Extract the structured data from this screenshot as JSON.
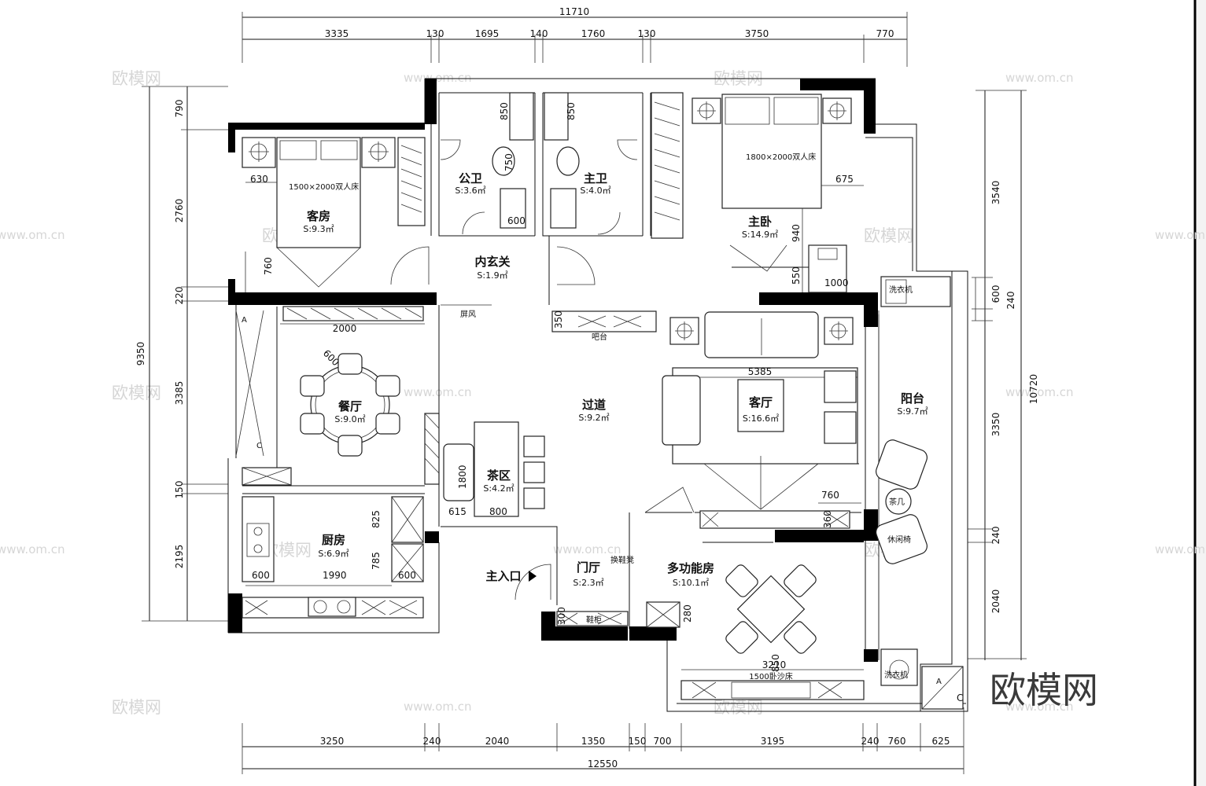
{
  "dimensions": {
    "top_total": "11710",
    "top_parts": [
      "3335",
      "130",
      "1695",
      "140",
      "1760",
      "130",
      "3750",
      "770"
    ],
    "bottom_total": "12550",
    "bottom_parts": [
      "3250",
      "240",
      "2040",
      "1350",
      "150",
      "700",
      "3195",
      "240",
      "760",
      "625"
    ],
    "left_total": "9350",
    "left_parts": [
      "790",
      "2760",
      "220",
      "3385",
      "150",
      "2195"
    ],
    "right_total": "10720",
    "right_parts": [
      "3540",
      "600",
      "240",
      "3350",
      "240",
      "2040"
    ]
  },
  "rooms": [
    {
      "id": "guest-room",
      "name": "客房",
      "area": "S:9.3㎡"
    },
    {
      "id": "public-bath",
      "name": "公卫",
      "area": "S:3.6㎡"
    },
    {
      "id": "master-bath",
      "name": "主卫",
      "area": "S:4.0㎡"
    },
    {
      "id": "master-bedroom",
      "name": "主卧",
      "area": "S:14.9㎡"
    },
    {
      "id": "inner-foyer",
      "name": "内玄关",
      "area": "S:1.9㎡"
    },
    {
      "id": "dining",
      "name": "餐厅",
      "area": "S:9.0㎡"
    },
    {
      "id": "corridor",
      "name": "过道",
      "area": "S:9.2㎡"
    },
    {
      "id": "living",
      "name": "客厅",
      "area": "S:16.6㎡"
    },
    {
      "id": "balcony",
      "name": "阳台",
      "area": "S:9.7㎡"
    },
    {
      "id": "tea",
      "name": "茶区",
      "area": "S:4.2㎡"
    },
    {
      "id": "kitchen",
      "name": "厨房",
      "area": "S:6.9㎡"
    },
    {
      "id": "entry-hall",
      "name": "门厅",
      "area": "S:2.3㎡"
    },
    {
      "id": "multi",
      "name": "多功能房",
      "area": "S:10.1㎡"
    }
  ],
  "labels": {
    "bed_guest": "1500×2000双人床",
    "bed_master": "1800×2000双人床",
    "main_entrance": "主入口",
    "screen": "屏风",
    "tea_table": "茶几",
    "leisure_chair": "休闲椅",
    "sofa_bed": "1500卧沙床",
    "shoe": "鞋柜",
    "wash": "洗衣机",
    "bar": "吧台",
    "washer": "洗衣机",
    "shoe_bench": "换鞋凳"
  },
  "inner_dims": {
    "d630": "630",
    "d760": "760",
    "d850": "850",
    "d750": "750",
    "d600": "600",
    "d675": "675",
    "d940": "940",
    "d550": "550",
    "d1000": "1000",
    "d2000": "2000",
    "d1800": "1800",
    "d615": "615",
    "d800": "800",
    "d825": "825",
    "d785": "785",
    "d1990": "1990",
    "d600b": "600",
    "d600c": "600",
    "d5385": "5385",
    "d760b": "760",
    "d850b": "850",
    "d3210": "3210",
    "d300": "300",
    "d350": "350",
    "d360": "360",
    "d280": "280"
  },
  "markers": {
    "a": "A",
    "c": "C"
  },
  "watermark": {
    "cn": "欧模网",
    "url": "www.om.cn"
  },
  "brand": "欧模网"
}
